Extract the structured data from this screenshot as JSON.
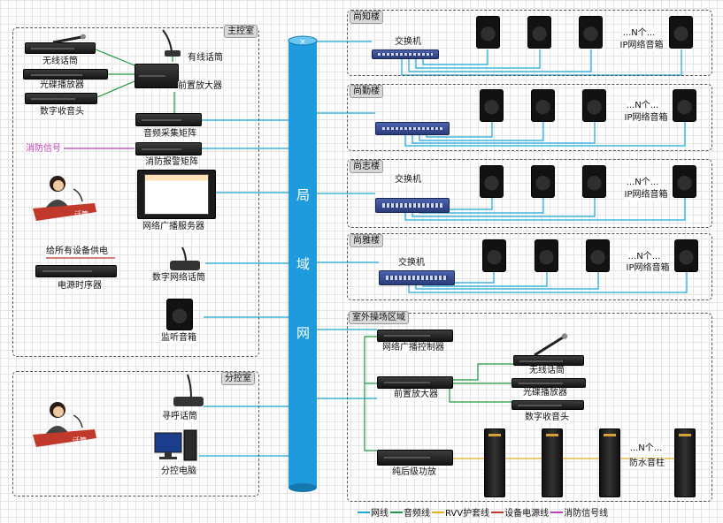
{
  "regions": {
    "main_room": "主控室",
    "branch_room": "分控室",
    "bldg_zhi": "尚知楼",
    "bldg_qin": "尚勤楼",
    "bldg_zhi2": "尚志楼",
    "bldg_ya": "尚雅楼",
    "outdoor": "室外操场区域"
  },
  "main_room": {
    "wireless_mic": "无线话筒",
    "cd_player": "光碟播放器",
    "tuner": "数字收音头",
    "wired_mic": "有线话筒",
    "preamp": "前置放大器",
    "audio_matrix": "音频采集矩阵",
    "fire_signal": "消防信号",
    "fire_matrix": "消防报警矩阵",
    "server": "网络广播服务器",
    "operator_badge": "话筒",
    "power_note": "给所有设备供电",
    "power_seq": "电源时序器",
    "digital_mic": "数字网络话筒",
    "monitor_spk": "监听音箱"
  },
  "branch_room": {
    "operator_badge": "话筒",
    "paging_mic": "寻呼话筒",
    "pc": "分控电脑"
  },
  "lan": {
    "c1": "局",
    "c2": "域",
    "c3": "网"
  },
  "buildings": {
    "switch": "交换机",
    "more": "...N个...",
    "ip_speaker": "IP网络音箱"
  },
  "outdoor": {
    "controller": "网络广播控制器",
    "wireless_mic": "无线话筒",
    "preamp": "前置放大器",
    "cd_player": "光碟播放器",
    "tuner": "数字收音头",
    "amp": "纯后级功放",
    "more": "...N个...",
    "column": "防水音柱"
  },
  "legend": {
    "items": [
      {
        "label": "网线",
        "color": "#1aa9d6"
      },
      {
        "label": "音频线",
        "color": "#1f9a3c"
      },
      {
        "label": "RVV护套线",
        "color": "#e0b020"
      },
      {
        "label": "设备电源线",
        "color": "#c0392b"
      },
      {
        "label": "消防信号线",
        "color": "#c23fb8"
      }
    ]
  },
  "colors": {
    "net": "#1aa9d6",
    "audio": "#1f9a3c",
    "rvv": "#e0b020",
    "power": "#c0392b",
    "fire": "#c23fb8"
  }
}
